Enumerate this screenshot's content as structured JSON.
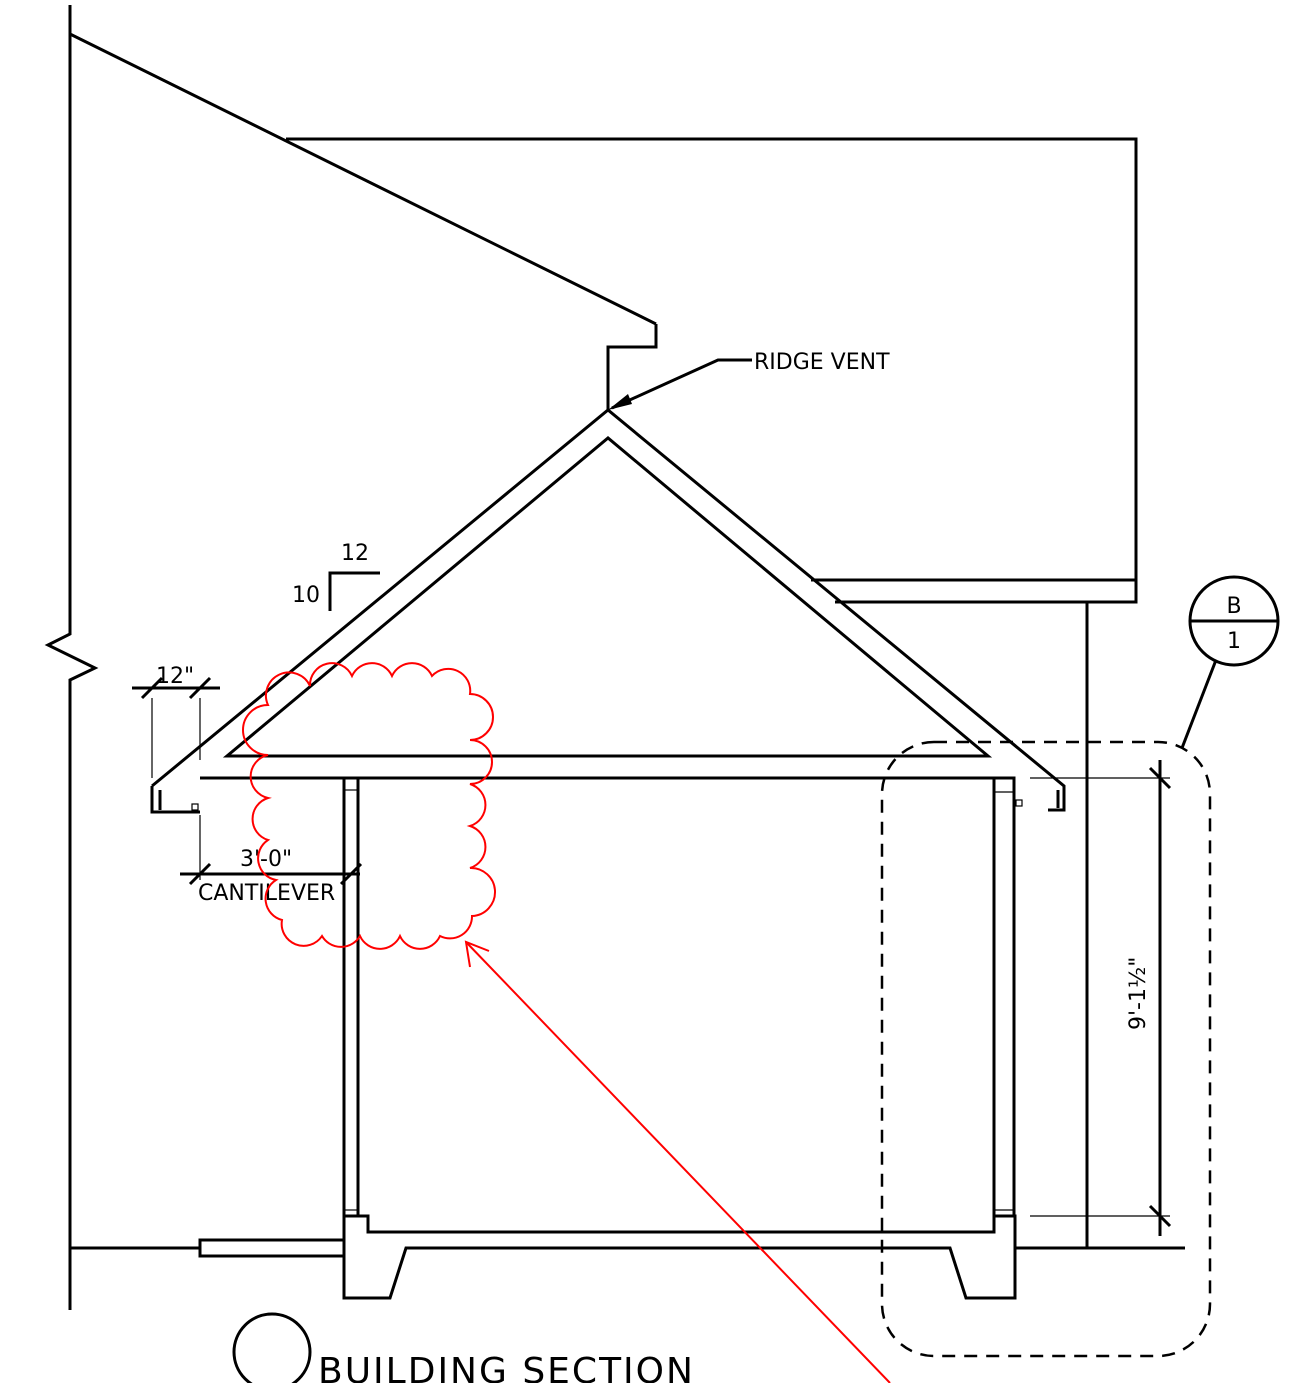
{
  "labels": {
    "ridge_vent": "RIDGE VENT",
    "pitch_run": "12",
    "pitch_rise": "10",
    "overhang": "12\"",
    "cantilever_dim": "3'-0\"",
    "cantilever": "CANTILEVER",
    "wall_height": "9'-1½\"",
    "section_title": "BUILDING SECTION",
    "detail_ref_top": "B",
    "detail_ref_bottom": "1"
  },
  "colors": {
    "linework": "#000000",
    "revision_markup": "#ff0000",
    "background": "#ffffff"
  }
}
